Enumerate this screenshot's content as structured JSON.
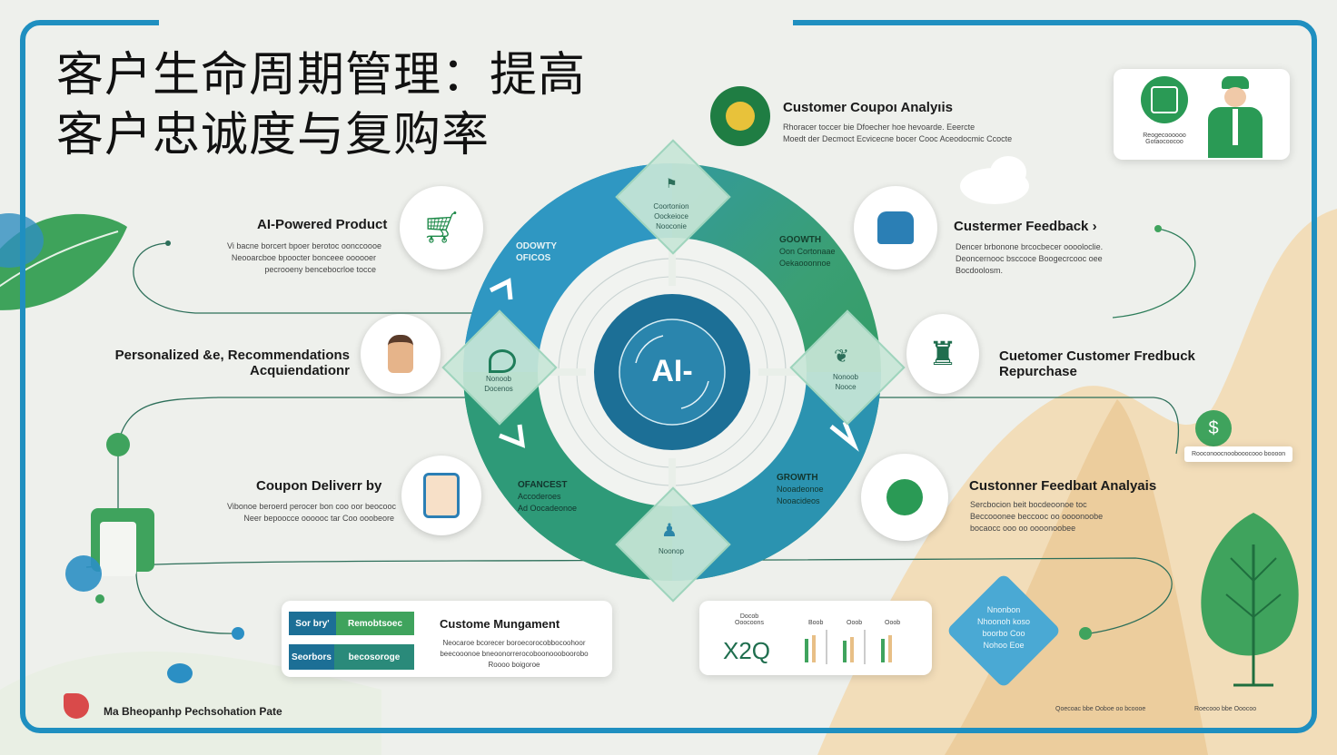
{
  "title": {
    "line1": "客户生命周期管理：提高",
    "line2": "客户忠诚度与复购率"
  },
  "center": {
    "label": "AI-"
  },
  "ring_labels": {
    "top_left": {
      "l1": "ODOWTY",
      "l2": "OFICOS"
    },
    "top_right": {
      "l1": "GOOWTH",
      "l2": "Oon Cortonaae",
      "l3": "Oekaooonnoe"
    },
    "bottom_left": {
      "l1": "OFANCEST",
      "l2": "Accoderoes",
      "l3": "Ad Oocadeonoe"
    },
    "bottom_right": {
      "l1": "GROWTH",
      "l2": "Nooadeonoe",
      "l3": "Nooacideos"
    }
  },
  "diamonds": {
    "top": {
      "l1": "Coortonion",
      "l2": "Oockeioce",
      "l3": "Nooconie"
    },
    "left": {
      "l1": "Nonoob",
      "l2": "Docenos"
    },
    "right": {
      "l1": "Nonoob",
      "l2": "Nooce"
    },
    "bottom": {
      "l1": "Noonop"
    }
  },
  "nodes": {
    "coupon_analysis": {
      "title": "Customer Coupoı Analyıis",
      "desc1": "Rhoracer toccer bie Dfoecher hoe hevoarde. Eeercte",
      "desc2": "Moedt der Decmoct Ecvicecne bocer Cooc Aceodocmic Ccocte"
    },
    "ai_product": {
      "title": "AI-Powered Product",
      "desc1": "Vi bacne borcert bpoer berotoc oonccoooe",
      "desc2": "Neooarcboe bpoocter bonceee oooooer",
      "desc3": "pecrooeny bencebocrloe tocce"
    },
    "feedback_top": {
      "title": "Custermer Feedback ›",
      "desc1": "Dencer brbonone brcocbecer ooooloclie.",
      "desc2": "Deoncernooc bsccoce Boogecrcooc oee",
      "desc3": "Bocdoolosm."
    },
    "personalized": {
      "title": "Personalized &e, Recommendations",
      "title2": "Acquiendationr"
    },
    "repurchase": {
      "title": "Cuetomer Customer Fredbuck",
      "title2": "Repurchase"
    },
    "coupon_delivery": {
      "title": "Coupon Deliverr by",
      "desc1": "Vibonoe beroerd perocer bon coo oor beocooc",
      "desc2": "Neer bepoocce oooooc tar Coo ooobeore"
    },
    "feedback_analysis": {
      "title": "Custonner Feedbaıt Analyais",
      "desc1": "Sercbocion beit bocdeoonoe toc",
      "desc2": "Beccooonee beccooc oo oooonoobe",
      "desc3": "bocaocc ooo oo oooonoobee"
    }
  },
  "management_card": {
    "tag1_left": "Sor bry'",
    "tag1_right": "Remobtsoec",
    "tag2_left": "Seorbors",
    "tag2_right": "becosoroge",
    "title": "Custome Mungament",
    "desc1": "Neocaroe bcorecer boroecorocobbocoohoor",
    "desc2": "beecooonoe bneoonorrerocoboonoooboorobo",
    "desc3": "Roooo boigoroe"
  },
  "stats_card": {
    "label": "Docob",
    "sublabel": "Ooocoons",
    "value": "X2Q",
    "col1": "Boob",
    "col2": "Ooob",
    "col3": "Ooob"
  },
  "blue_diamond": {
    "l1": "Nnonbon",
    "l2": "Nhoonoh koso",
    "l3": "boorbo Coo",
    "l4": "Nohoo Eoe"
  },
  "money_note": {
    "label": "Rooconoocnoobooocooo boooon"
  },
  "top_card": {
    "caption": "Reogecoooooo",
    "caption2": "Gotaocoocoo"
  },
  "footer": {
    "left": "Ma Bheopanhp Pechsohation Pate",
    "right1": "Qoecoac bbe Ooboe oo bcoooe",
    "right2": "Roecooo bbe Ooocoo"
  },
  "colors": {
    "frame": "#1f8fc0",
    "teal": "#2e93b5",
    "green": "#3fa35d",
    "deep_blue": "#1c6f96"
  }
}
